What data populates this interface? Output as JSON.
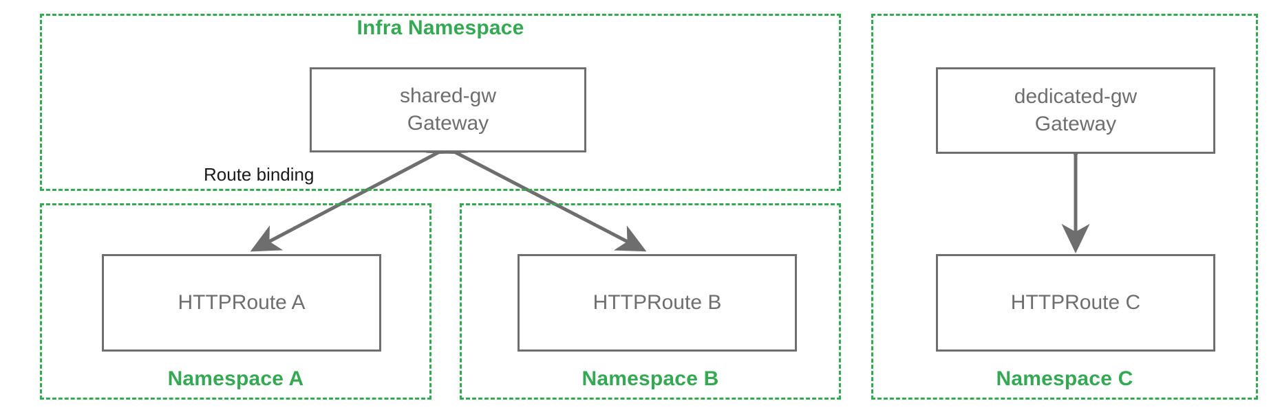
{
  "diagram": {
    "title": "Gateway API namespace / route binding diagram",
    "colors": {
      "namespace_border": "#34a853",
      "namespace_label": "#34a853",
      "resource_border": "#6e6e6e",
      "resource_text": "#6e6e6e",
      "arrow": "#6e6e6e",
      "edge_label_text": "#1a1a1a",
      "background": "#ffffff"
    },
    "namespaces": [
      {
        "id": "infra",
        "label": "Infra Namespace",
        "label_position": "top"
      },
      {
        "id": "namespace-a",
        "label": "Namespace A",
        "label_position": "bottom"
      },
      {
        "id": "namespace-b",
        "label": "Namespace B",
        "label_position": "bottom"
      },
      {
        "id": "namespace-c",
        "label": "Namespace C",
        "label_position": "bottom"
      }
    ],
    "resources": [
      {
        "id": "shared-gw",
        "line1": "shared-gw",
        "line2": "Gateway",
        "kind": "Gateway",
        "namespace": "infra"
      },
      {
        "id": "dedicated-gw",
        "line1": "dedicated-gw",
        "line2": "Gateway",
        "kind": "Gateway",
        "namespace": "namespace-c"
      },
      {
        "id": "httproute-a",
        "line1": "HTTPRoute A",
        "line2": "",
        "kind": "HTTPRoute",
        "namespace": "namespace-a"
      },
      {
        "id": "httproute-b",
        "line1": "HTTPRoute B",
        "line2": "",
        "kind": "HTTPRoute",
        "namespace": "namespace-b"
      },
      {
        "id": "httproute-c",
        "line1": "HTTPRoute C",
        "line2": "",
        "kind": "HTTPRoute",
        "namespace": "namespace-c"
      }
    ],
    "edges": [
      {
        "id": "edge-a",
        "from": "httproute-a",
        "to": "shared-gw",
        "label": "Route binding",
        "arrows": "both"
      },
      {
        "id": "edge-b",
        "from": "httproute-b",
        "to": "shared-gw",
        "label": "",
        "arrows": "both"
      },
      {
        "id": "edge-c",
        "from": "httproute-c",
        "to": "dedicated-gw",
        "label": "",
        "arrows": "both"
      }
    ],
    "edge_labels": {
      "route_binding": "Route binding"
    }
  }
}
